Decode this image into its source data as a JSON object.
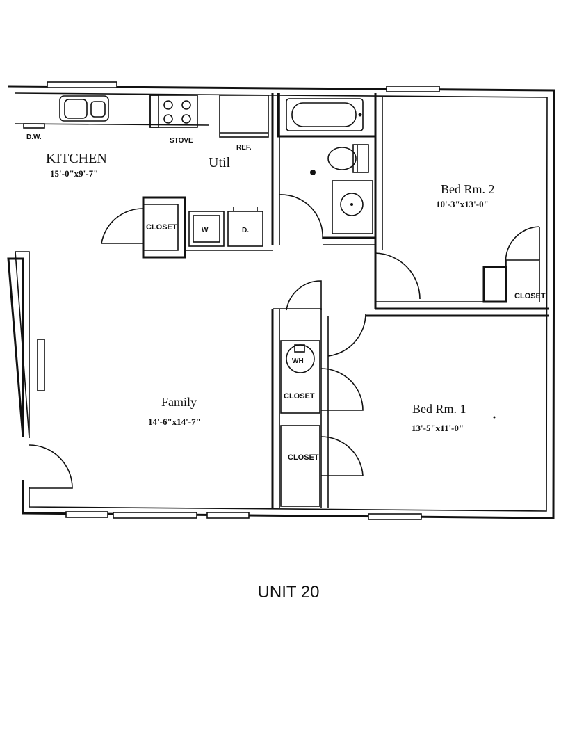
{
  "unit_title": "UNIT 20",
  "rooms": {
    "kitchen": {
      "name": "KITCHEN",
      "dims": "15'-0\"x9'-7\""
    },
    "util": {
      "name": "Util"
    },
    "family": {
      "name": "Family",
      "dims": "14'-6\"x14'-7\""
    },
    "bed2": {
      "name": "Bed Rm. 2",
      "dims": "10'-3\"x13'-0\""
    },
    "bed1": {
      "name": "Bed Rm. 1",
      "dims": "13'-5\"x11'-0\""
    }
  },
  "fixtures": {
    "dishwasher": "D.W.",
    "stove": "STOVE",
    "refrigerator": "REF.",
    "washer": "W",
    "dryer": "D.",
    "water_heater": "WH"
  },
  "closets": {
    "kitchen": "CLOSET",
    "bed2": "CLOSET",
    "hall_upper": "CLOSET",
    "hall_lower": "CLOSET"
  }
}
